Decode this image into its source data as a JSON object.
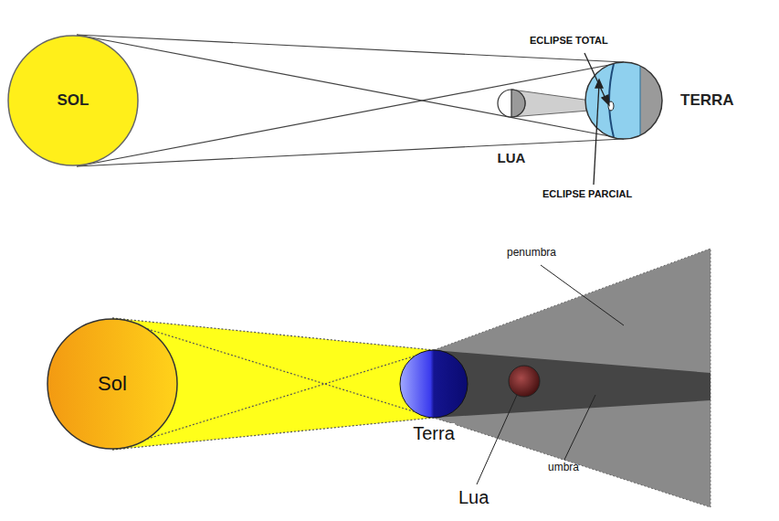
{
  "diagram": {
    "nodes": [
      {
        "text": [
          "SOL"
        ]
      },
      {
        "text": [
          "LUA"
        ]
      },
      {
        "text": [
          "TERRA"
        ]
      },
      {
        "text": [
          "Sol"
        ]
      },
      {
        "text": [
          "Terra"
        ]
      }
    ],
    "labels": [
      "ECLIPSE TOTAL",
      "ECLIPSE PARCIAL",
      "penumbra",
      "umbra",
      "Lua"
    ]
  }
}
